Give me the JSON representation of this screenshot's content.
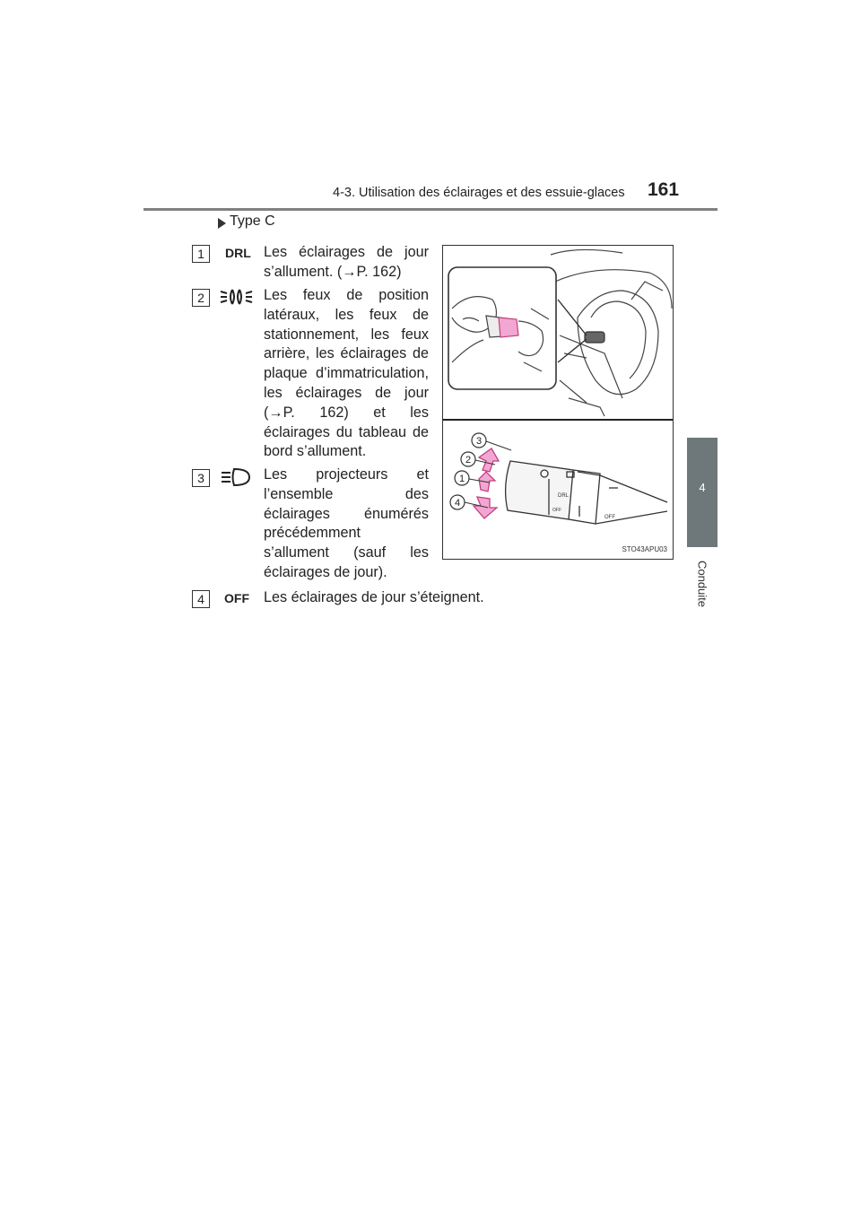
{
  "header": {
    "title": "4-3. Utilisation des éclairages et des essuie-glaces",
    "page_number": "161"
  },
  "side_tab": {
    "chapter_number": "4",
    "chapter_label": "Conduite"
  },
  "section": {
    "label": "Type C"
  },
  "items": [
    {
      "number": "1",
      "icon": "drl-icon",
      "icon_text": "DRL",
      "text": "Les éclairages de jour s’allument. (→P. 162)"
    },
    {
      "number": "2",
      "icon": "position-lights-icon",
      "text": "Les feux de position latéraux, les feux de stationnement, les feux arrière, les éclairages de plaque d’immatriculation, les éclairages de jour (→P. 162) et les éclairages du tableau de bord s’allument."
    },
    {
      "number": "3",
      "icon": "headlight-icon",
      "text": "Les projecteurs et l’ensemble des éclairages énumérés précédemment s’allument (sauf les éclairages de jour)."
    },
    {
      "number": "4",
      "icon": "off-icon",
      "icon_text": "OFF",
      "text": "Les éclairages de jour s’éteignent."
    }
  ],
  "figure": {
    "code": "STO43APU03",
    "callouts": [
      "3",
      "2",
      "1",
      "4"
    ],
    "switch_labels": {
      "drl": "DRL",
      "off_inner": "OFF",
      "off_outer": "OFF"
    }
  }
}
